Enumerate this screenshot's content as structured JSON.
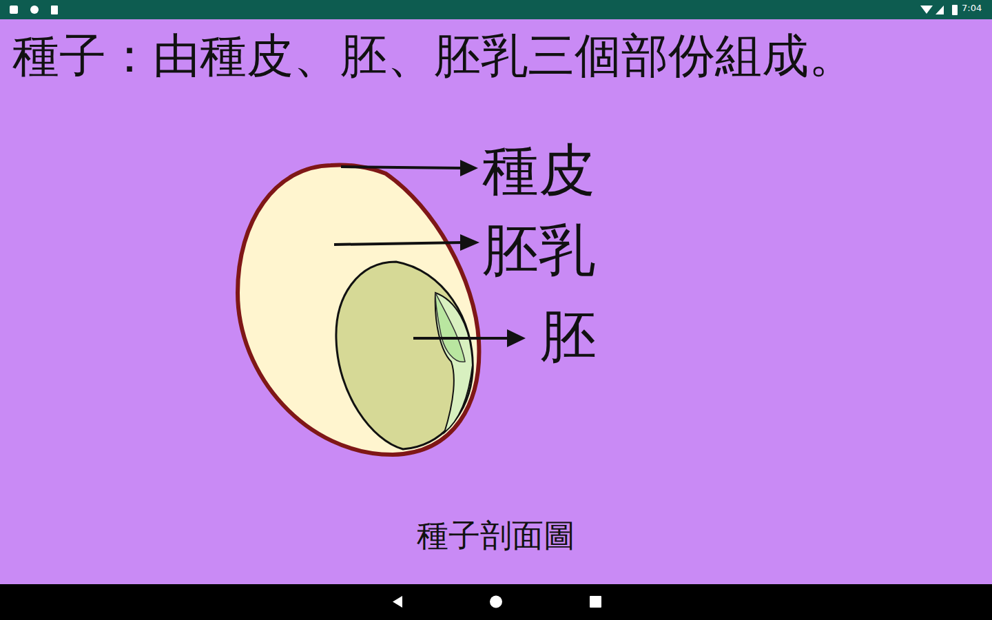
{
  "diagram": {
    "title": "種子：由種皮、胚、胚乳三個部份組成。",
    "caption": "種子剖面圖",
    "labels": [
      "種皮",
      "胚乳",
      "胚",
      "7:04"
    ]
  }
}
